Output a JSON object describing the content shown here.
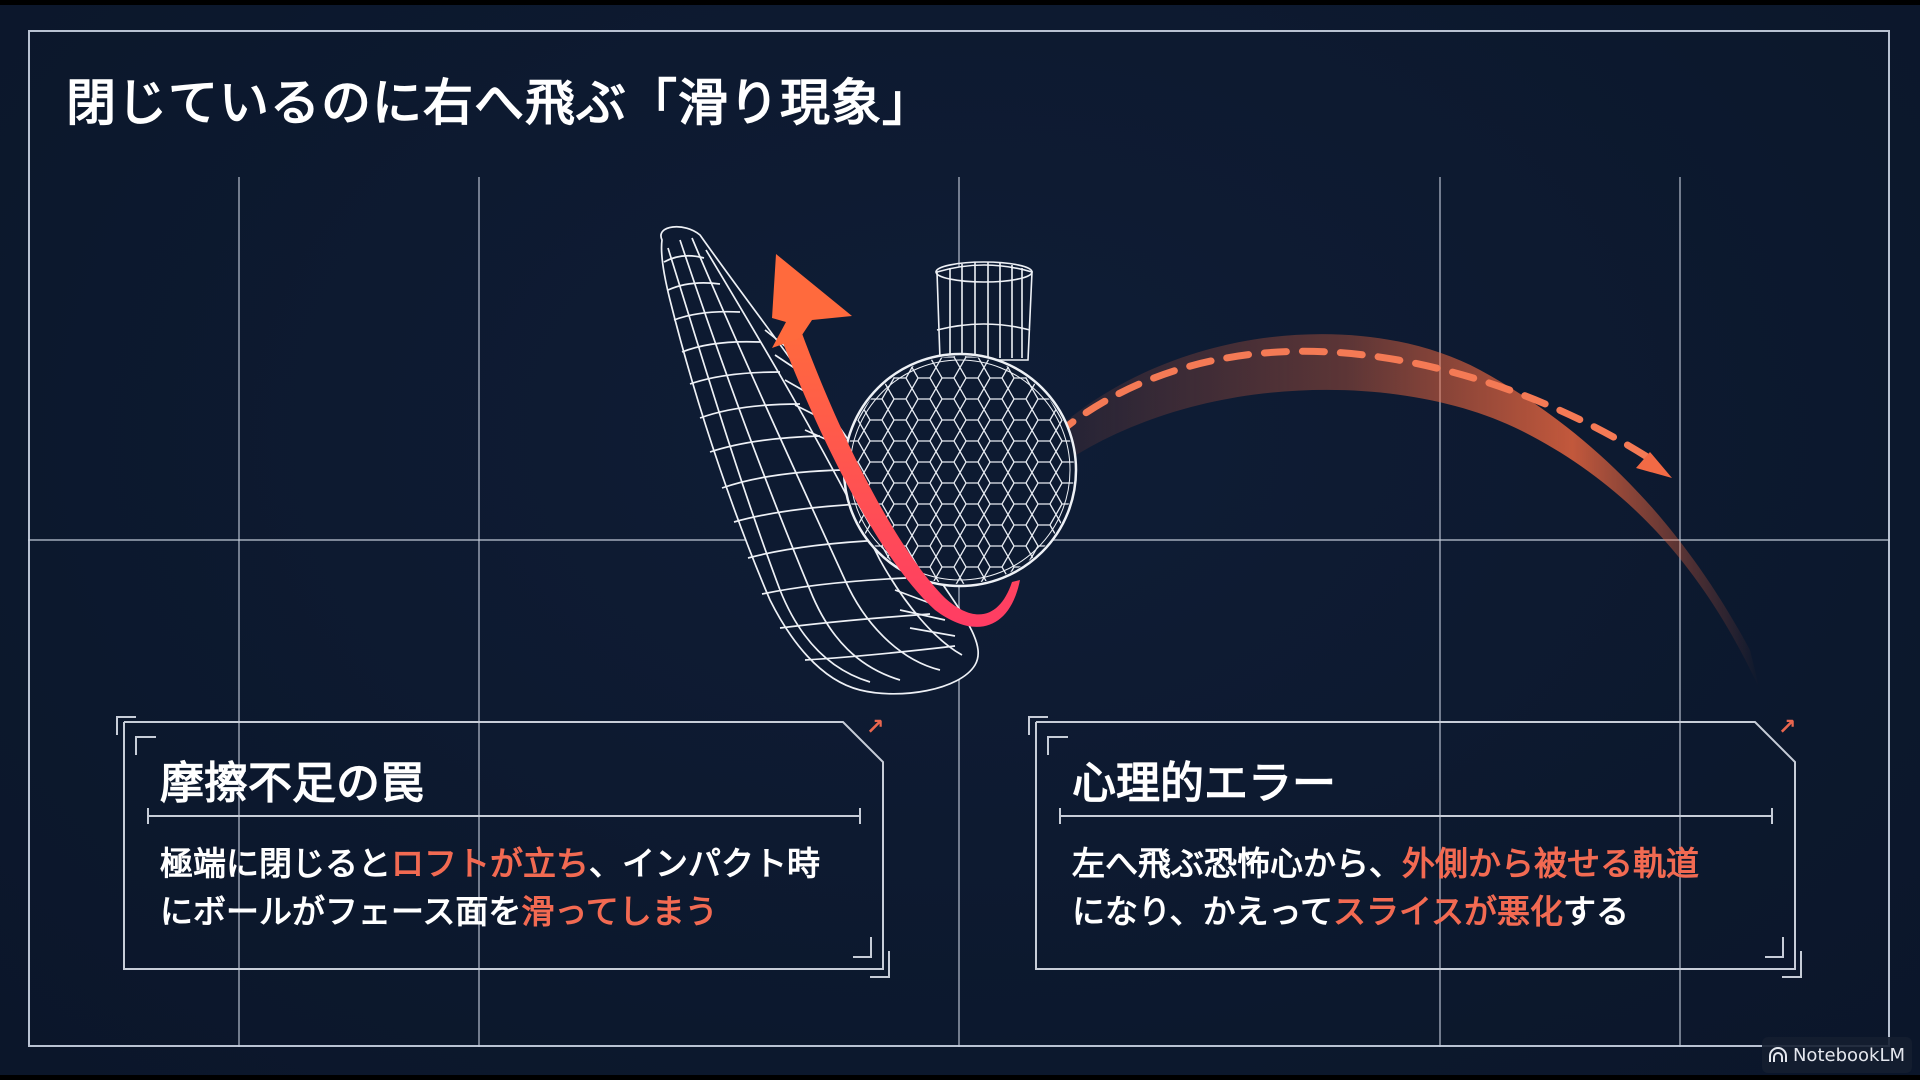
{
  "slide": {
    "title": "閉じているのに右へ飛ぶ「滑り現象」",
    "colors": {
      "background": "#0d1a31",
      "frame_line": "#b9c2d2",
      "highlight": "#f26a52",
      "arrow_gradient_top": "#ff6a3d",
      "arrow_gradient_bottom": "#ff3c64",
      "trajectory": "#f0683f"
    }
  },
  "illustration": {
    "club_icon": "golf-iron-wireframe",
    "ball_icon": "golf-ball-wireframe",
    "spin_arrow": "curved-arrow-up",
    "trajectory": "dashed-slice-trajectory-arrow"
  },
  "cards": [
    {
      "title": "摩擦不足の罠",
      "body_line1": [
        {
          "text": "極端に閉じると",
          "highlight": false
        },
        {
          "text": "ロフトが立ち",
          "highlight": true
        },
        {
          "text": "、インパクト時",
          "highlight": false
        }
      ],
      "body_line2": [
        {
          "text": "にボールがフェース面を",
          "highlight": false
        },
        {
          "text": "滑ってしまう",
          "highlight": true
        }
      ],
      "corner_icon": "↗"
    },
    {
      "title": "心理的エラー",
      "body_line1": [
        {
          "text": "左へ飛ぶ恐怖心から、",
          "highlight": false
        },
        {
          "text": "外側から被せる軌道",
          "highlight": true
        }
      ],
      "body_line2": [
        {
          "text": "になり、かえって",
          "highlight": false
        },
        {
          "text": "スライスが悪化",
          "highlight": true
        },
        {
          "text": "する",
          "highlight": false
        }
      ],
      "corner_icon": "↗"
    }
  ],
  "badge": {
    "label": "NotebookLM"
  }
}
